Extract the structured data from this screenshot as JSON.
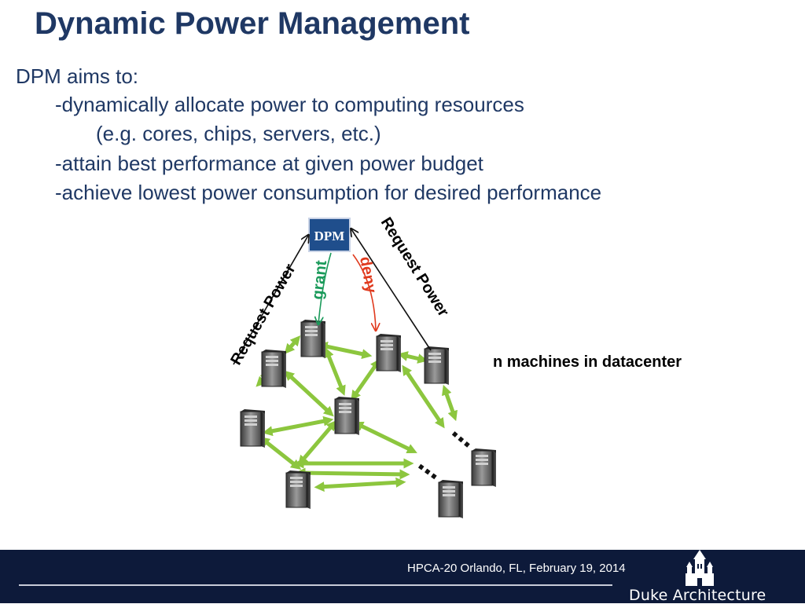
{
  "title": "Dynamic Power Management",
  "bullets": [
    "DPM aims to:",
    "-dynamically allocate power to computing resources",
    "(e.g. cores, chips, servers, etc.)",
    "-attain best performance at given power budget",
    "-achieve lowest power consumption for desired performance"
  ],
  "diagram": {
    "dpm_label": "DPM",
    "request_left": "Request Power",
    "request_right": "Request Power",
    "grant": "grant",
    "deny": "deny",
    "ellipsis": "…",
    "caption": "n machines in datacenter",
    "colors": {
      "dpm_box": "#1f4e8c",
      "grant": "#1a9a5a",
      "deny": "#e03a1e",
      "link": "#8cc63e",
      "text_dark": "#1f3864"
    }
  },
  "footer": {
    "event": "HPCA-20 Orlando, FL, February 19, 2014",
    "logo_text": "Duke Architecture"
  }
}
